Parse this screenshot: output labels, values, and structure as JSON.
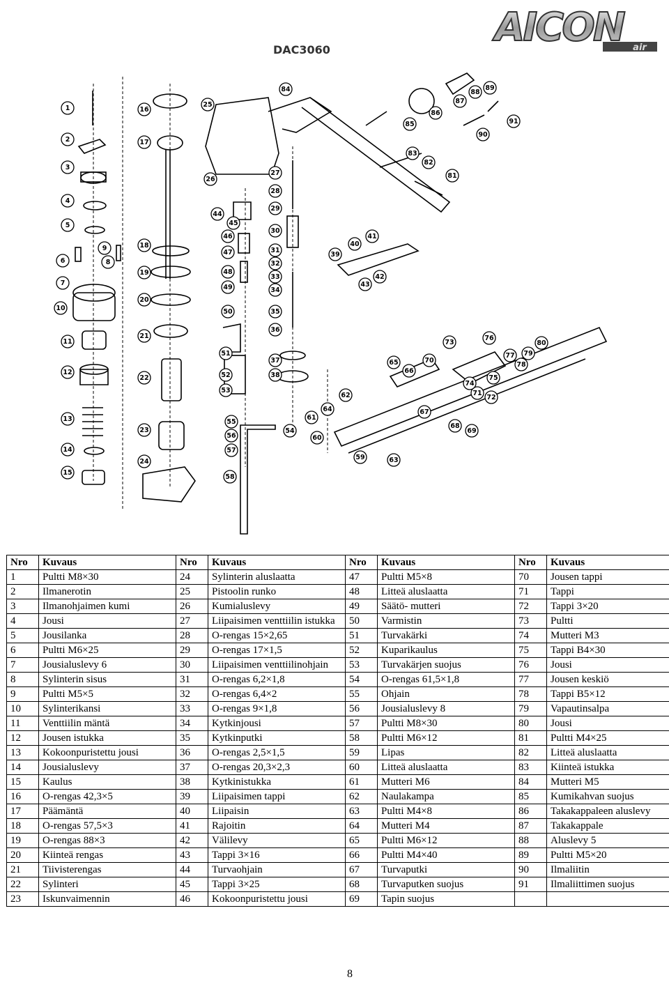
{
  "header": {
    "model": "DAC3060",
    "logo_text": "AICON",
    "logo_sub": "air"
  },
  "diagram": {
    "callouts": [
      "1",
      "2",
      "3",
      "4",
      "5",
      "6",
      "7",
      "8",
      "9",
      "10",
      "11",
      "12",
      "13",
      "14",
      "15",
      "16",
      "17",
      "18",
      "19",
      "20",
      "21",
      "22",
      "23",
      "24",
      "25",
      "26",
      "27",
      "28",
      "29",
      "30",
      "31",
      "32",
      "33",
      "34",
      "35",
      "36",
      "37",
      "38",
      "39",
      "40",
      "41",
      "42",
      "43",
      "44",
      "45",
      "46",
      "47",
      "48",
      "49",
      "50",
      "51",
      "52",
      "53",
      "54",
      "55",
      "56",
      "57",
      "58",
      "59",
      "60",
      "61",
      "62",
      "63",
      "64",
      "65",
      "66",
      "67",
      "68",
      "69",
      "70",
      "71",
      "72",
      "73",
      "74",
      "75",
      "76",
      "77",
      "78",
      "79",
      "80",
      "81",
      "82",
      "83",
      "84",
      "85",
      "86",
      "87",
      "88",
      "89",
      "90",
      "91"
    ]
  },
  "table": {
    "headers": [
      "Nro",
      "Kuvaus",
      "Nro",
      "Kuvaus",
      "Nro",
      "Kuvaus",
      "Nro",
      "Kuvaus"
    ],
    "rows": [
      [
        "1",
        "Pultti M8×30",
        "24",
        "Sylinterin aluslaatta",
        "47",
        "Pultti M5×8",
        "70",
        "Jousen tappi"
      ],
      [
        "2",
        "Ilmanerotin",
        "25",
        "Pistoolin runko",
        "48",
        "Litteä aluslaatta",
        "71",
        "Tappi"
      ],
      [
        "3",
        "Ilmanohjaimen kumi",
        "26",
        "Kumialuslevy",
        "49",
        "Säätö- mutteri",
        "72",
        "Tappi 3×20"
      ],
      [
        "4",
        "Jousi",
        "27",
        "Liipaisimen venttiilin istukka",
        "50",
        "Varmistin",
        "73",
        "Pultti"
      ],
      [
        "5",
        "Jousilanka",
        "28",
        "O-rengas 15×2,65",
        "51",
        "Turvakärki",
        "74",
        "Mutteri M3"
      ],
      [
        "6",
        "Pultti M6×25",
        "29",
        "O-rengas 17×1,5",
        "52",
        "Kuparikaulus",
        "75",
        "Tappi B4×30"
      ],
      [
        "7",
        "Jousialuslevy 6",
        "30",
        "Liipaisimen venttiilinohjain",
        "53",
        "Turvakärjen suojus",
        "76",
        "Jousi"
      ],
      [
        "8",
        "Sylinterin sisus",
        "31",
        "O-rengas 6,2×1,8",
        "54",
        "O-rengas 61,5×1,8",
        "77",
        "Jousen keskiö"
      ],
      [
        "9",
        "Pultti M5×5",
        "32",
        "O-rengas 6,4×2",
        "55",
        "Ohjain",
        "78",
        "Tappi B5×12"
      ],
      [
        "10",
        "Sylinterikansi",
        "33",
        "O-rengas 9×1,8",
        "56",
        "Jousialuslevy 8",
        "79",
        "Vapautinsalpa"
      ],
      [
        "11",
        "Venttiilin mäntä",
        "34",
        "Kytkinjousi",
        "57",
        "Pultti M8×30",
        "80",
        "Jousi"
      ],
      [
        "12",
        "Jousen istukka",
        "35",
        "Kytkinputki",
        "58",
        "Pultti M6×12",
        "81",
        "Pultti M4×25"
      ],
      [
        "13",
        "Kokoonpuristettu jousi",
        "36",
        "O-rengas 2,5×1,5",
        "59",
        "Lipas",
        "82",
        "Litteä aluslaatta"
      ],
      [
        "14",
        "Jousialuslevy",
        "37",
        "O-rengas 20,3×2,3",
        "60",
        "Litteä aluslaatta",
        "83",
        "Kiinteä istukka"
      ],
      [
        "15",
        "Kaulus",
        "38",
        "Kytkinistukka",
        "61",
        "Mutteri M6",
        "84",
        "Mutteri M5"
      ],
      [
        "16",
        "O-rengas 42,3×5",
        "39",
        "Liipaisimen tappi",
        "62",
        "Naulakampa",
        "85",
        "Kumikahvan suojus"
      ],
      [
        "17",
        "Päämäntä",
        "40",
        "Liipaisin",
        "63",
        "Pultti M4×8",
        "86",
        "Takakappaleen aluslevy"
      ],
      [
        "18",
        "O-rengas 57,5×3",
        "41",
        "Rajoitin",
        "64",
        "Mutteri M4",
        "87",
        "Takakappale"
      ],
      [
        "19",
        "O-rengas 88×3",
        "42",
        "Välilevy",
        "65",
        "Pultti M6×12",
        "88",
        "Aluslevy 5"
      ],
      [
        "20",
        "Kiinteä rengas",
        "43",
        "Tappi 3×16",
        "66",
        "Pultti M4×40",
        "89",
        "Pultti M5×20"
      ],
      [
        "21",
        "Tiivisterengas",
        "44",
        "Turvaohjain",
        "67",
        "Turvaputki",
        "90",
        "Ilmaliitin"
      ],
      [
        "22",
        "Sylinteri",
        "45",
        "Tappi 3×25",
        "68",
        "Turvaputken suojus",
        "91",
        "Ilmaliittimen suojus"
      ],
      [
        "23",
        "Iskunvaimennin",
        "46",
        "Kokoonpuristettu jousi",
        "69",
        "Tapin suojus",
        "",
        ""
      ]
    ]
  },
  "footer": {
    "page_number": "8"
  }
}
